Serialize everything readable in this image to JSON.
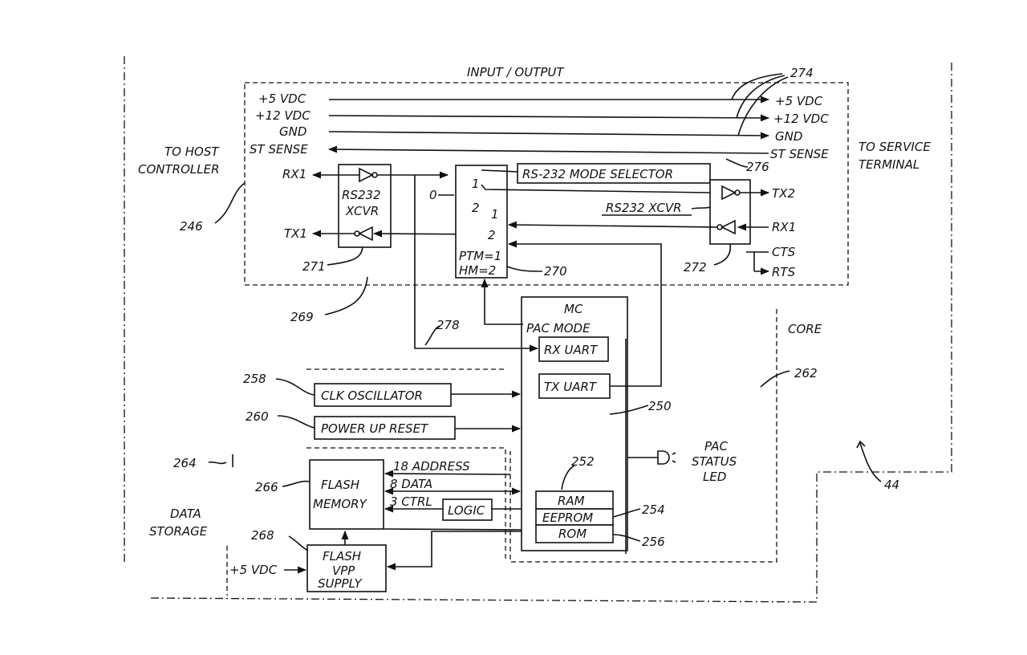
{
  "labels": {
    "input_output": "INPUT / OUTPUT",
    "ref_274": "274",
    "left_5vdc": "+5 VDC",
    "left_12vdc": "+12 VDC",
    "left_gnd": "GND",
    "left_st_sense": "ST SENSE",
    "right_5vdc": "+5 VDC",
    "right_12vdc": "+12 VDC",
    "right_gnd": "GND",
    "right_st_sense": "ST SENSE",
    "to_host_line1": "TO HOST",
    "to_host_line2": "CONTROLLER",
    "to_service_line1": "TO SERVICE",
    "to_service_line2": "TERMINAL",
    "ref_276": "276",
    "rx1_left": "RX1",
    "tx1_left": "TX1",
    "xcvr_left_line1": "RS232",
    "xcvr_left_line2": "XCVR",
    "ref_246": "246",
    "ref_271": "271",
    "ref_269": "269",
    "zero": "0",
    "sel_1a": "1",
    "sel_2a": "2",
    "sel_1b": "1",
    "sel_2b": "2",
    "ptm": "PTM=1",
    "hm": "HM=2",
    "ref_270": "270",
    "mode_selector": "RS-232 MODE SELECTOR",
    "xcvr_right": "RS232 XCVR",
    "tx2": "TX2",
    "rx1_right": "RX1",
    "cts": "CTS",
    "rts": "RTS",
    "ref_272": "272",
    "mc": "MC",
    "pac_mode": "PAC MODE",
    "rx_uart": "RX UART",
    "tx_uart": "TX UART",
    "ref_278": "278",
    "core": "CORE",
    "ref_262": "262",
    "ref_250": "250",
    "ref_258": "258",
    "clk_osc": "CLK OSCILLATOR",
    "ref_260": "260",
    "power_up": "POWER UP RESET",
    "ref_264": "264",
    "ref_266": "266",
    "flash_mem_line1": "FLASH",
    "flash_mem_line2": "MEMORY",
    "addr18": "18 ADDRESS",
    "data8": "8 DATA",
    "ctrl3": "3 CTRL",
    "logic": "LOGIC",
    "ref_252": "252",
    "ram": "RAM",
    "eeprom": "EEPROM",
    "rom": "ROM",
    "ref_254": "254",
    "ref_256": "256",
    "pac_led_line1": "PAC",
    "pac_led_line2": "STATUS",
    "pac_led_line3": "LED",
    "ref_44": "44",
    "data_storage_line1": "DATA",
    "data_storage_line2": "STORAGE",
    "ref_268": "268",
    "bottom_5vdc": "+5 VDC",
    "vpp_line1": "FLASH",
    "vpp_line2": "VPP",
    "vpp_line3": "SUPPLY"
  }
}
